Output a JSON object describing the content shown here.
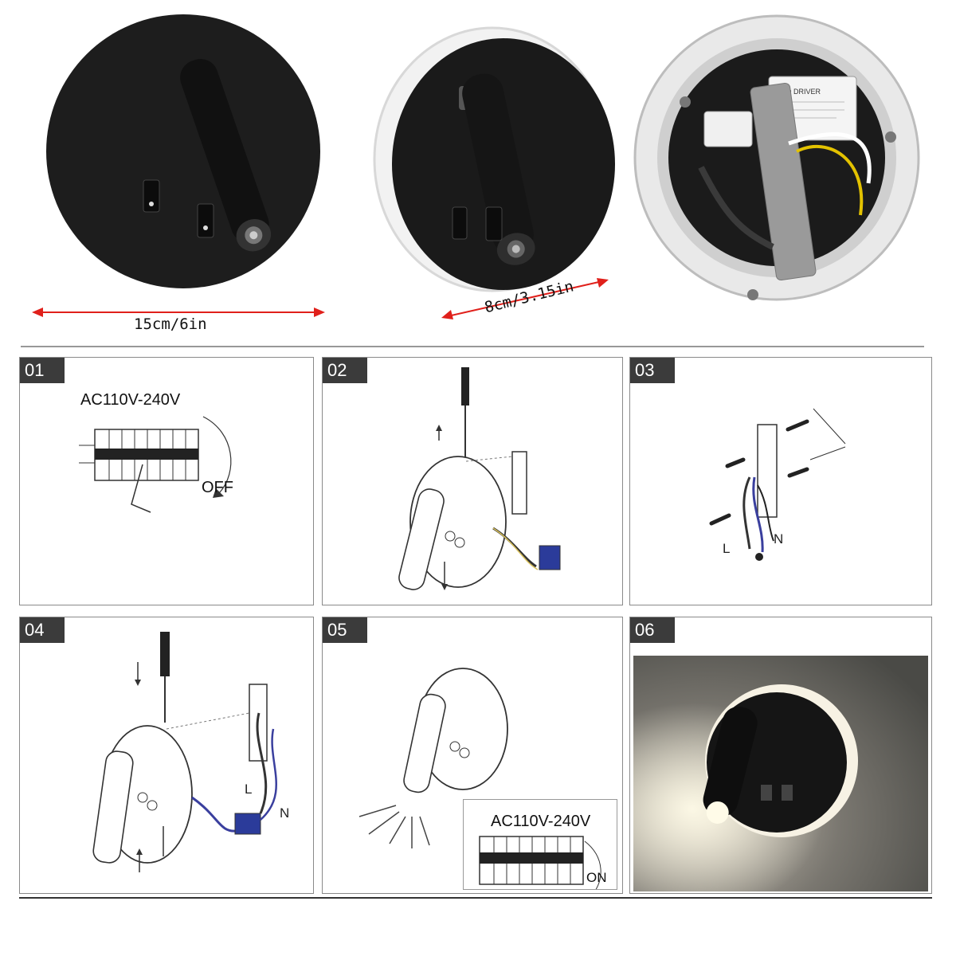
{
  "dimensions": {
    "diameter_label": "15cm/6in",
    "depth_label": "8cm/3.15in",
    "arrow_color": "#e0201b"
  },
  "driver": {
    "label_text": "LED DRIVER"
  },
  "steps": [
    {
      "number": "01",
      "voltage": "AC110V-240V",
      "switch_state": "OFF"
    },
    {
      "number": "02"
    },
    {
      "number": "03",
      "wire_live": "L",
      "wire_neutral": "N"
    },
    {
      "number": "04",
      "wire_live": "L",
      "wire_neutral": "N"
    },
    {
      "number": "05",
      "voltage": "AC110V-240V",
      "switch_state": "ON"
    },
    {
      "number": "06"
    }
  ]
}
